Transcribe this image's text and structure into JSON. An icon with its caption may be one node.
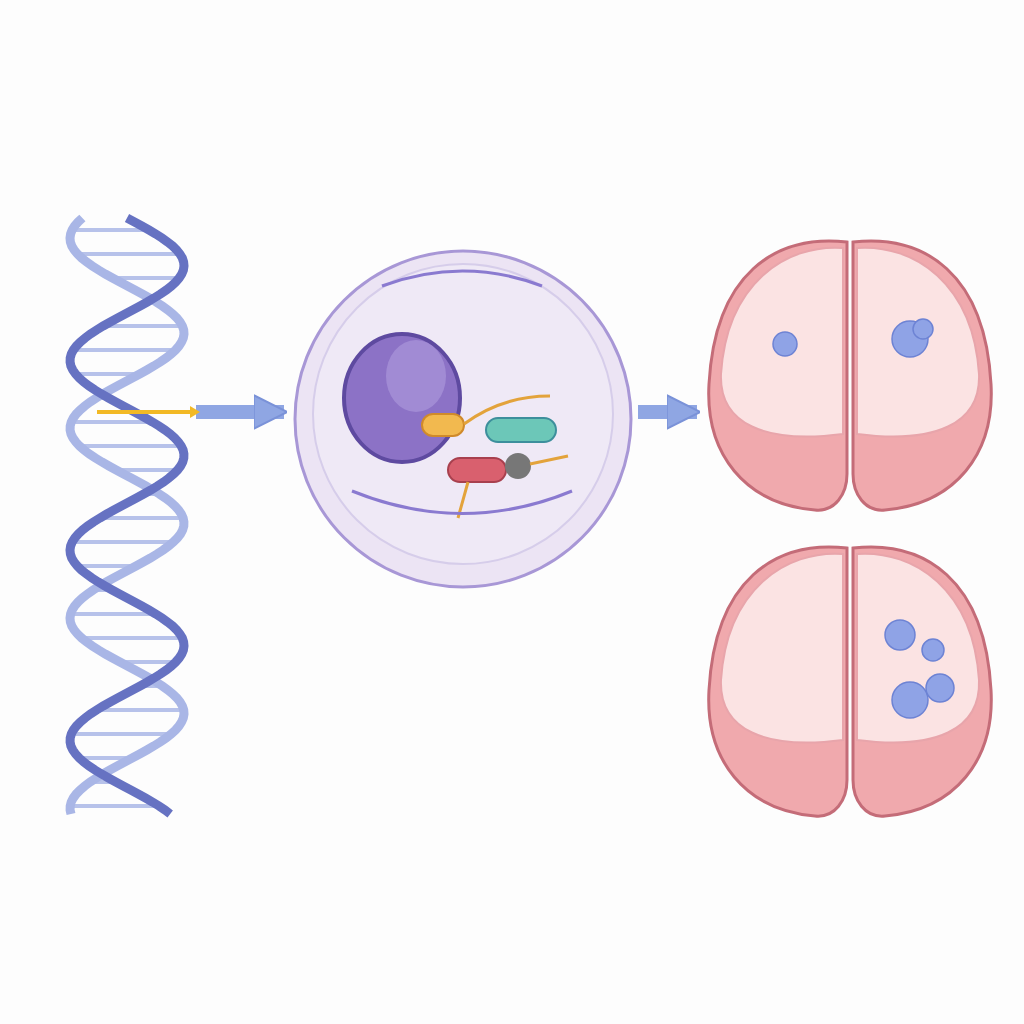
{
  "diagram": {
    "nodes": [
      {
        "text": [],
        "shape": "picture"
      },
      {
        "text": [],
        "shape": "picture"
      },
      {
        "text": [],
        "shape": "picture"
      },
      {
        "text": [],
        "shape": "picture"
      }
    ],
    "edges": [
      {
        "from": 0,
        "to": 1,
        "arrow": "to"
      },
      {
        "from": 1,
        "to": 2,
        "arrow": "to"
      }
    ]
  }
}
